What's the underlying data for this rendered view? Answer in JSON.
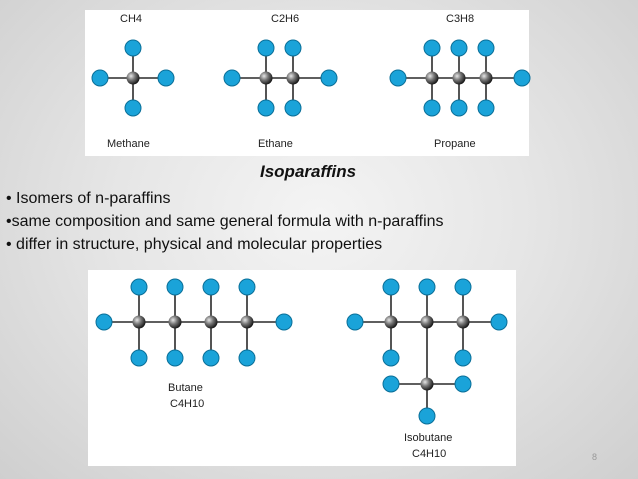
{
  "top_figure": {
    "methane": {
      "formula": "CH4",
      "name": "Methane"
    },
    "ethane": {
      "formula": "C2H6",
      "name": "Ethane"
    },
    "propane": {
      "formula": "C3H8",
      "name": "Propane"
    }
  },
  "section": {
    "heading": "Isoparaffins",
    "bullets": [
      "• Isomers of n-paraffins",
      "•same composition and same general formula with n-paraffins",
      "• differ in structure, physical and molecular properties"
    ]
  },
  "bottom_figure": {
    "butane": {
      "name": "Butane",
      "formula": "C4H10"
    },
    "isobutane": {
      "name": "Isobutane",
      "formula": "C4H10"
    }
  },
  "page_number": "8",
  "colors": {
    "hydrogen": "#1aa3d9",
    "carbon": "#4a4a4a"
  }
}
